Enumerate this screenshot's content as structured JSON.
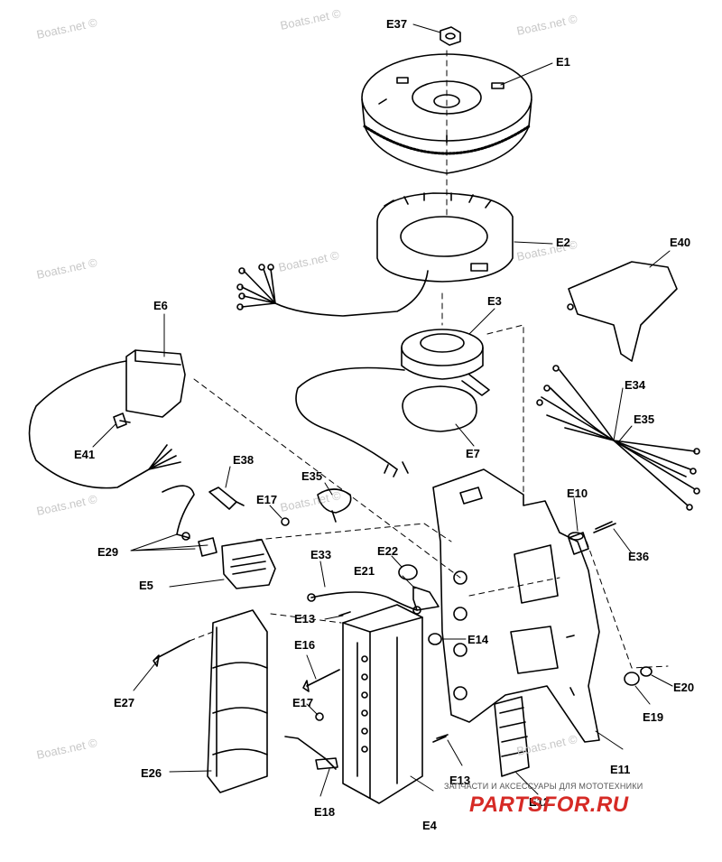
{
  "labels": {
    "E1": "E1",
    "E2": "E2",
    "E3": "E3",
    "E4": "E4",
    "E5": "E5",
    "E6": "E6",
    "E7": "E7",
    "E10": "E10",
    "E11": "E11",
    "E12": "E12",
    "E13a": "E13",
    "E13b": "E13",
    "E14": "E14",
    "E16": "E16",
    "E17a": "E17",
    "E17b": "E17",
    "E18": "E18",
    "E19": "E19",
    "E20": "E20",
    "E21": "E21",
    "E22": "E22",
    "E26": "E26",
    "E27": "E27",
    "E29": "E29",
    "E33": "E33",
    "E34": "E34",
    "E35a": "E35",
    "E35b": "E35",
    "E36": "E36",
    "E37": "E37",
    "E38": "E38",
    "E40": "E40",
    "E41": "E41"
  },
  "watermark": "Boats.net ©",
  "banner": {
    "text": "ЗАПЧАСТИ И АКСЕССУАРЫ ДЛЯ МОТОТЕХНИКИ",
    "logo": "PARTSFOR.RU",
    "logo_color": "#d62a25"
  },
  "colors": {
    "line": "#000000",
    "watermark": "#c8c8c8"
  }
}
